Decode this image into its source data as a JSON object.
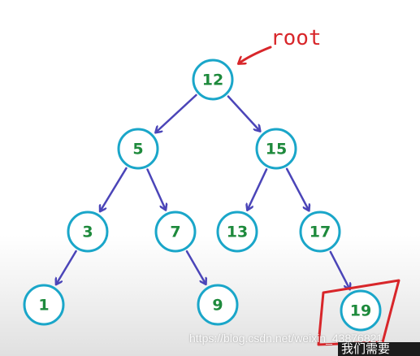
{
  "root_label": "root",
  "nodes": [
    {
      "id": "12",
      "label": "12"
    },
    {
      "id": "5",
      "label": "5"
    },
    {
      "id": "15",
      "label": "15"
    },
    {
      "id": "3",
      "label": "3"
    },
    {
      "id": "7",
      "label": "7"
    },
    {
      "id": "13",
      "label": "13"
    },
    {
      "id": "17",
      "label": "17"
    },
    {
      "id": "1",
      "label": "1"
    },
    {
      "id": "9",
      "label": "9"
    },
    {
      "id": "19",
      "label": "19",
      "highlighted": true
    }
  ],
  "edges": [
    {
      "from": "12",
      "to": "5"
    },
    {
      "from": "12",
      "to": "15"
    },
    {
      "from": "5",
      "to": "3"
    },
    {
      "from": "5",
      "to": "7"
    },
    {
      "from": "15",
      "to": "13"
    },
    {
      "from": "15",
      "to": "17"
    },
    {
      "from": "3",
      "to": "1"
    },
    {
      "from": "7",
      "to": "9"
    },
    {
      "from": "17",
      "to": "19"
    }
  ],
  "colors": {
    "node_stroke": "#1aa6c9",
    "node_text": "#1e8a3c",
    "edge": "#4b45b8",
    "accent_red": "#d8262a"
  },
  "watermark": "https://blog.csdn.net/weixin_43876821",
  "caption": "我们需要"
}
